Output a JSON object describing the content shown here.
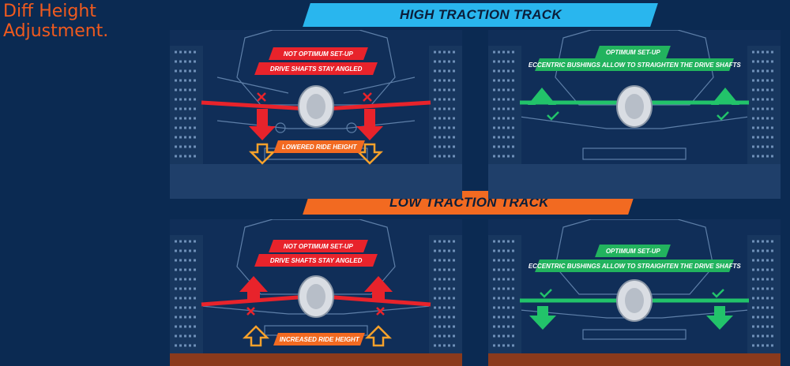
{
  "title": {
    "line1": "Diff Height",
    "line2": "Adjustment."
  },
  "banners": {
    "high": "HIGH TRACTION TRACK",
    "low": "LOW TRACTION TRACK"
  },
  "panels": {
    "high_left": {
      "status": "NOT OPTIMUM SET-UP",
      "note": "DRIVE SHAFTS STAY ANGLED",
      "height_label": "LOWERED RIDE HEIGHT"
    },
    "high_right": {
      "status": "OPTIMUM SET-UP",
      "note": "ECCENTRIC BUSHINGS ALLOW TO STRAIGHTEN THE DRIVE SHAFTS"
    },
    "low_left": {
      "status": "NOT OPTIMUM SET-UP",
      "note": "DRIVE SHAFTS STAY ANGLED",
      "height_label": "INCREASED RIDE HEIGHT"
    },
    "low_right": {
      "status": "OPTIMUM SET-UP",
      "note": "ECCENTRIC BUSHINGS ALLOW TO STRAIGHTEN THE DRIVE SHAFTS"
    }
  },
  "colors": {
    "accent_orange": "#f26a21",
    "accent_blue": "#29b6ee",
    "bad_red": "#e8232b",
    "good_green": "#22c36a",
    "background": "#0b2a52"
  },
  "icons": {
    "wrong": "cross-icon",
    "right": "check-icon",
    "force": "arrow-icon"
  }
}
